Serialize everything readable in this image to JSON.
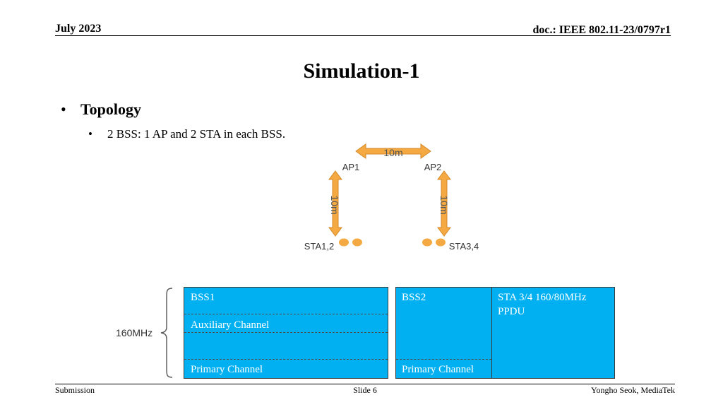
{
  "header": {
    "date": "July 2023",
    "doc": "doc.: IEEE 802.11-23/0797r1"
  },
  "title": "Simulation-1",
  "bullets": {
    "level1_marker": "•",
    "level1": "Topology",
    "level2_marker": "•",
    "level2": "2 BSS: 1 AP and 2 STA in each BSS."
  },
  "topology": {
    "top_distance": "10m",
    "ap1": "AP1",
    "ap2": "AP2",
    "left_distance": "10m",
    "right_distance": "10m",
    "sta_left": "STA1,2",
    "sta_right": "STA3,4",
    "arrow_color": "#f4a942",
    "arrow_stroke": "#d4892a"
  },
  "channel_diagram": {
    "bandwidth_label": "160MHz",
    "bss1": {
      "name": "BSS1",
      "aux": "Auxiliary Channel",
      "primary": "Primary Channel"
    },
    "bss2": {
      "name": "BSS2",
      "primary": "Primary Channel"
    },
    "sta34": {
      "line1": "STA 3/4 160/80MHz",
      "line2": "PPDU"
    },
    "box_color": "#00b0f0"
  },
  "footer": {
    "left": "Submission",
    "center": "Slide 6",
    "right": "Yongho Seok, MediaTek"
  }
}
